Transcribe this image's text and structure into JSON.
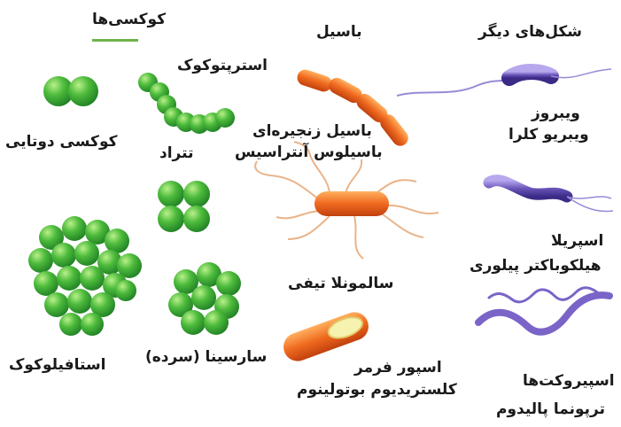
{
  "headers": {
    "cocci": "کوکسی‌ها",
    "bacillus": "باسیل",
    "other": "شکل‌های دیگر"
  },
  "labels": {
    "streptococcus": "استرپتوکوک",
    "diplococcus": "کوکسی دوتایی",
    "tetrad": "تتراد",
    "staphylococcus": "استافیلوکوک",
    "sarcina": "سارسینا (سرده)",
    "chain_bacillus": "باسیل زنجیره‌ای",
    "bacillus_anthracis": "باسیلوس آنتراسیس",
    "salmonella": "سالمونلا تیفی",
    "spore": "اسپور فرمر",
    "clostridium": "کلستریدیوم بوتولینوم",
    "vibrio": "ویبروز",
    "vibrio_cholerae": "ویبریو کلرا",
    "spirilla": "اسپریلا",
    "helicobacter": "هیلکوباکتر پیلوری",
    "spirochetes": "اسپیروکت‌ها",
    "treponema": "ترپونما پالیدوم"
  },
  "colors": {
    "green": "#3aa835",
    "orange": "#e8571a",
    "purple": "#6a55b8",
    "underline": "#6fb34a"
  }
}
